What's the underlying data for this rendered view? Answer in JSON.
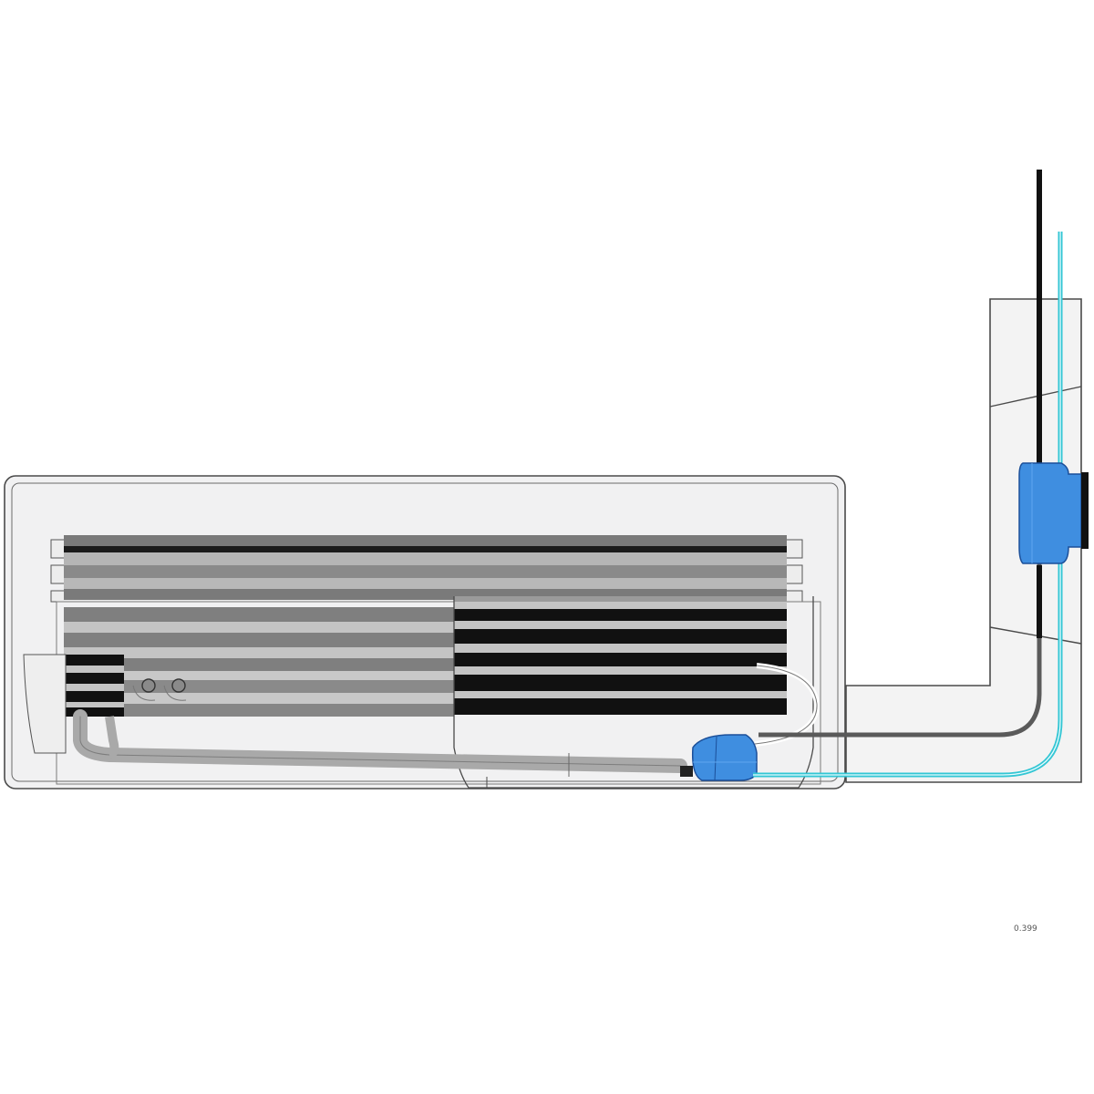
{
  "figure": {
    "reference_code": "0.399"
  },
  "colors": {
    "background": "#ffffff",
    "unit_fill": "#f1f1f2",
    "outline": "#4a4a4a",
    "coil_dark": "#111111",
    "coil_mid": "#7a7a7a",
    "coil_light": "#b5b5b5",
    "drain_hose": "#a9a9a9",
    "pump_blue": "#3f8ee0",
    "pump_dark": "#1b4f99",
    "water_line": "#33c6d4",
    "power_cable": "#111111",
    "trunking_fill": "#f3f3f3"
  },
  "icons": {
    "indoor_unit": "wall-mounted-air-conditioner",
    "pump": "condensate-pump",
    "sensor_unit": "pump-sensor-reservoir",
    "water_line": "condensate-discharge-pipe",
    "power_cable": "electrical-cable",
    "trunking": "cable-trunking"
  }
}
